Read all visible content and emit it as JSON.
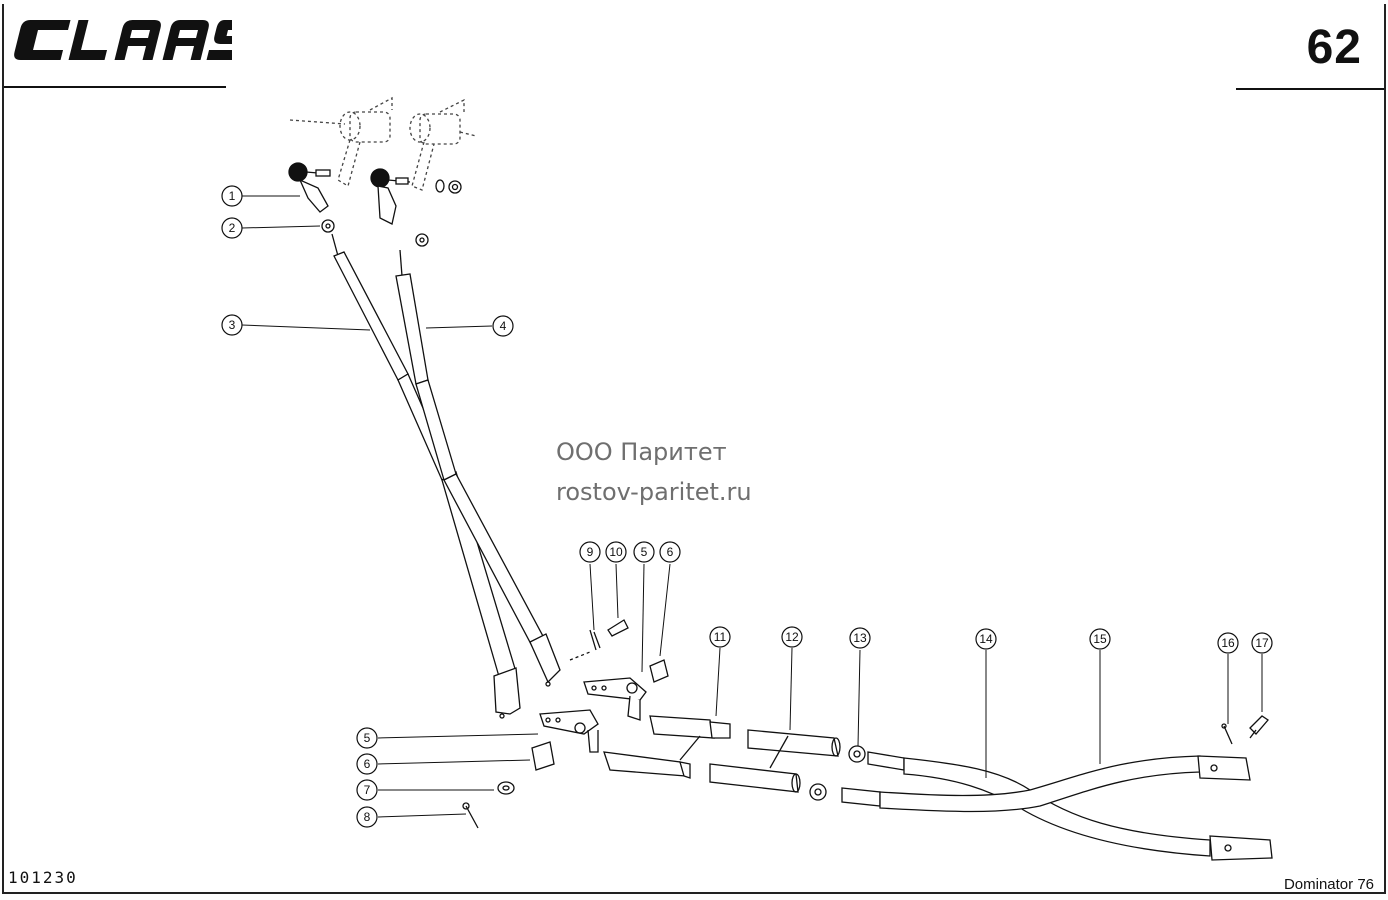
{
  "header": {
    "brand": "CLAAS",
    "page_number": "62"
  },
  "footer": {
    "drawing_id": "101230",
    "model": "Dominator 76"
  },
  "watermark": {
    "line1": "ООО Паритет",
    "line2": "rostov-paritet.ru"
  },
  "callouts": [
    "1",
    "2",
    "3",
    "4",
    "5",
    "6",
    "7",
    "8",
    "9",
    "10",
    "5",
    "6",
    "11",
    "12",
    "13",
    "14",
    "15",
    "16",
    "17"
  ],
  "colors": {
    "ink": "#111111",
    "watermark": "#6f6f6f"
  }
}
